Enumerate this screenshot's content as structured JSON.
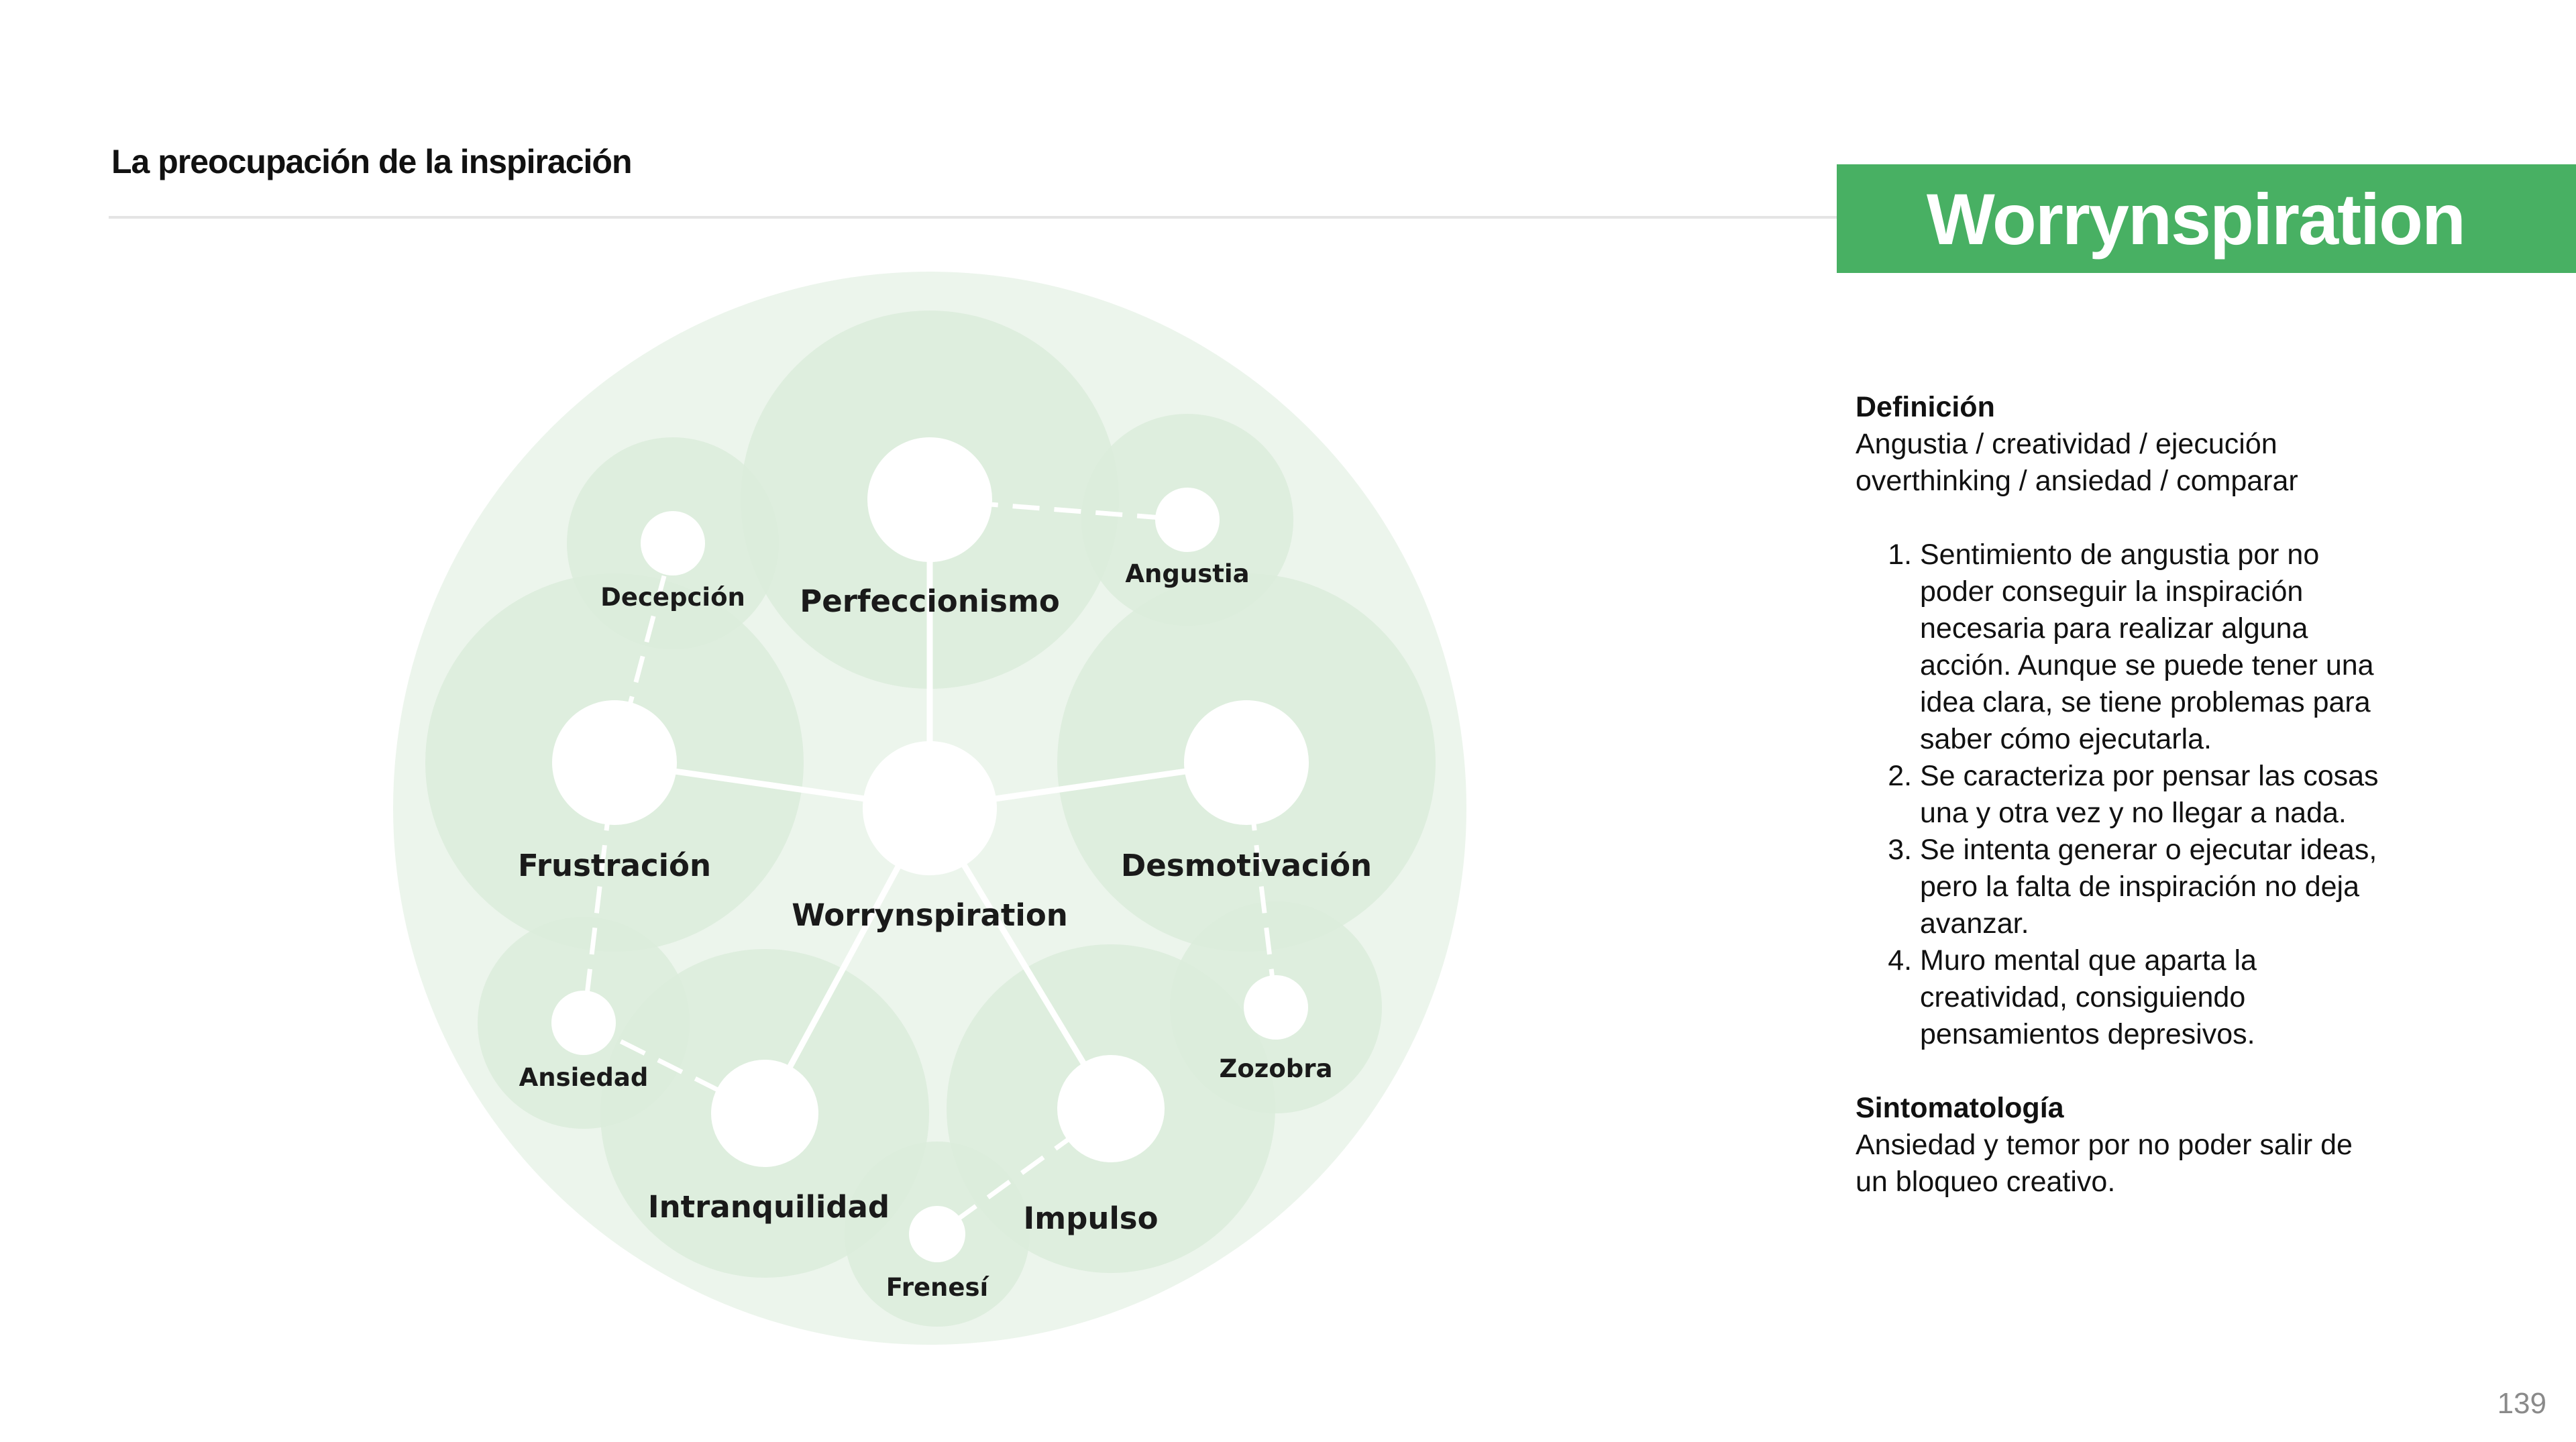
{
  "header": {
    "title": "La preocupación de la inspiración"
  },
  "banner": {
    "title": "Worrynspiration"
  },
  "diagram": {
    "center": "Worrynspiration",
    "nodes": {
      "perfeccionismo": "Perfeccionismo",
      "frustracion": "Frustración",
      "desmotivacion": "Desmotivación",
      "intranquilidad": "Intranquilidad",
      "impulso": "Impulso",
      "decepcion": "Decepción",
      "angustia": "Angustia",
      "ansiedad": "Ansiedad",
      "zozobra": "Zozobra",
      "frenesi": "Frenesí"
    },
    "colors": {
      "outer": "#ecf5ec",
      "group": "#dcecdc",
      "node": "#ffffff",
      "line": "#ffffff"
    }
  },
  "panel": {
    "definition_heading": "Definición",
    "definition_line1": "Angustia / creatividad / ejecución",
    "definition_line2": "overthinking / ansiedad / comparar",
    "items": [
      "Sentimiento de angustia por no poder conseguir la inspiración necesaria para realizar alguna acción. Aunque se puede tener una idea clara, se tiene problemas para saber cómo ejecutarla.",
      "Se caracteriza por pensar las cosas una y otra vez y no llegar a nada.",
      "Se intenta generar o ejecutar ideas, pero la falta de inspiración no deja avanzar.",
      "Muro mental que aparta la creatividad, consiguiendo pensamientos depresivos."
    ],
    "symptoms_heading": "Sintomatología",
    "symptoms_text": "Ansiedad y temor por no poder salir de un bloqueo creativo."
  },
  "page_number": "139"
}
